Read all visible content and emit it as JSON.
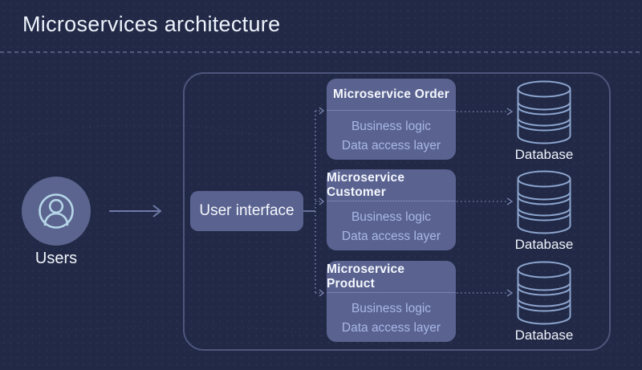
{
  "header": {
    "title": "Microservices architecture"
  },
  "users": {
    "label": "Users"
  },
  "user_interface": {
    "label": "User interface"
  },
  "services": [
    {
      "title": "Microservice Order",
      "layers": [
        "Business logic",
        "Data access layer"
      ],
      "database_label": "Database"
    },
    {
      "title": "Microservice Customer",
      "layers": [
        "Business logic",
        "Data access layer"
      ],
      "database_label": "Database"
    },
    {
      "title": "Microservice Product",
      "layers": [
        "Business logic",
        "Data access layer"
      ],
      "database_label": "Database"
    }
  ],
  "icons": {
    "users": "user-circle-icon",
    "database": "database-icon",
    "flow": "arrow-right-icon"
  },
  "colors": {
    "background": "#212946",
    "title_text": "#edf2fa",
    "divider": "#5a6488",
    "panel_border": "#4d567b",
    "node_fill": "#5a6390",
    "node_text": "#f4f7fd",
    "layer_text": "#a9b7e6",
    "connector": "#7e89b4",
    "users_arrow": "#6e79a6",
    "database_outline": "#8da5cf",
    "user_icon_stroke": "#b5d6e8"
  }
}
